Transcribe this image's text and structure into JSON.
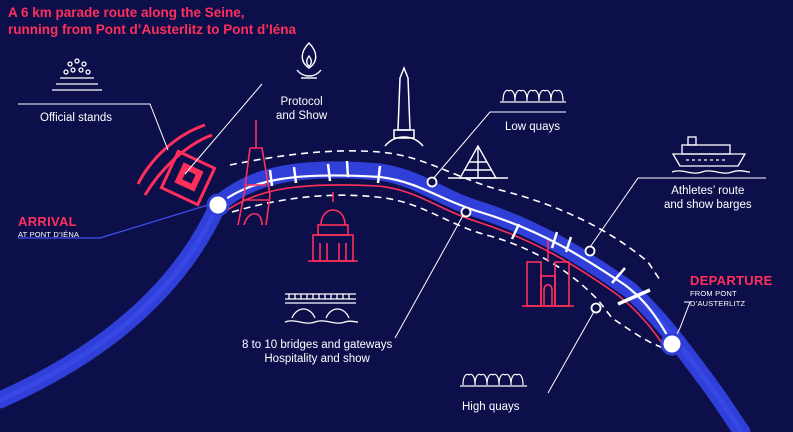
{
  "title": {
    "line1": "A 6 km parade route along the Seine,",
    "line2": "running from Pont d’Austerlitz to Pont d’Iéna"
  },
  "labels": {
    "official_stands": "Official stands",
    "protocol_line1": "Protocol",
    "protocol_line2": "and Show",
    "low_quays": "Low quays",
    "athletes_line1": "Athletes’ route",
    "athletes_line2": "and show barges",
    "bridges_line1": "8 to 10 bridges and gateways",
    "bridges_line2": "Hospitality and show",
    "high_quays": "High quays"
  },
  "arrival": {
    "title": "ARRIVAL",
    "subtitle": "AT PONT D’IÉNA"
  },
  "departure": {
    "title": "DEPARTURE",
    "subtitle": "FROM PONT D’AUSTERLITZ"
  },
  "colors": {
    "background": "#0d0f4a",
    "river": "#2f3fd8",
    "accent_red": "#ff2f5b",
    "line_white": "#ffffff"
  },
  "icons": [
    "stands-icon",
    "flame-icon",
    "obelisk-icon",
    "pyramid-icon",
    "crowd-icon",
    "barge-icon",
    "eiffel-tower-icon",
    "invalides-dome-icon",
    "bridge-icon",
    "notre-dame-icon"
  ]
}
